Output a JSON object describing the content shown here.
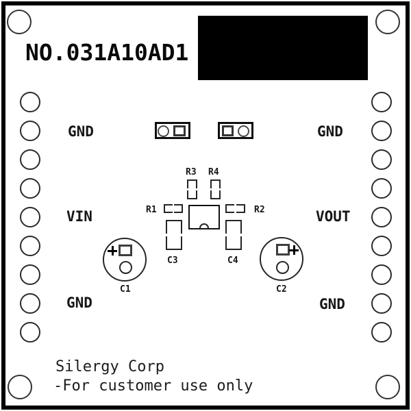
{
  "board": {
    "part_number": "NO.031A10AD1",
    "manufacturer": "Silergy Corp",
    "notice": "-For customer use only"
  },
  "terminals": {
    "gnd_left_top": "GND",
    "vin": "VIN",
    "gnd_left_bottom": "GND",
    "gnd_right_top": "GND",
    "vout": "VOUT",
    "gnd_right_bottom": "GND"
  },
  "refdes": {
    "r1": "R1",
    "r2": "R2",
    "r3": "R3",
    "r4": "R4",
    "c1": "C1",
    "c2": "C2",
    "c3": "C3",
    "c4": "C4"
  },
  "colors": {
    "silkscreen": "#1a1a1a",
    "board": "#ffffff",
    "component_block": "#000000"
  }
}
